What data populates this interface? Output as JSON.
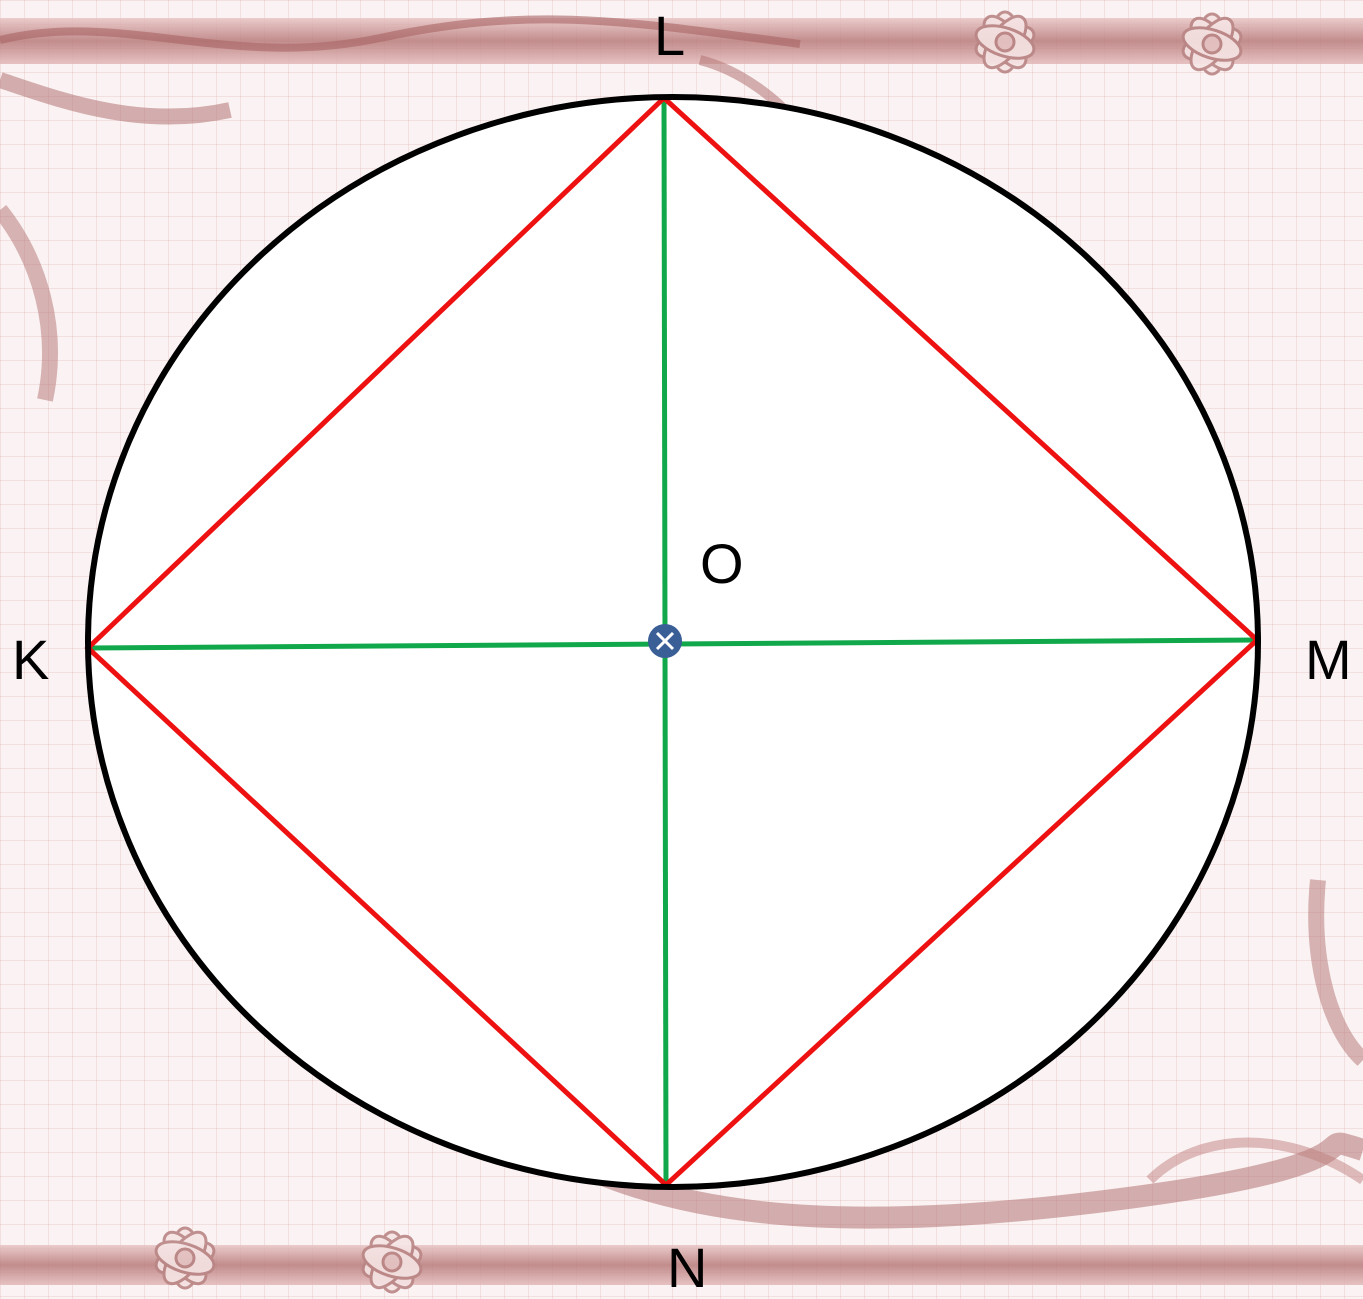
{
  "labels": {
    "top": "L",
    "left": "K",
    "right": "M",
    "bottom": "N",
    "center": "O"
  },
  "colors": {
    "circle": "#000000",
    "square": "#ee1111",
    "diameters": "#10a84a",
    "center_point": "#3a5e96",
    "frame": "#c99090"
  }
}
